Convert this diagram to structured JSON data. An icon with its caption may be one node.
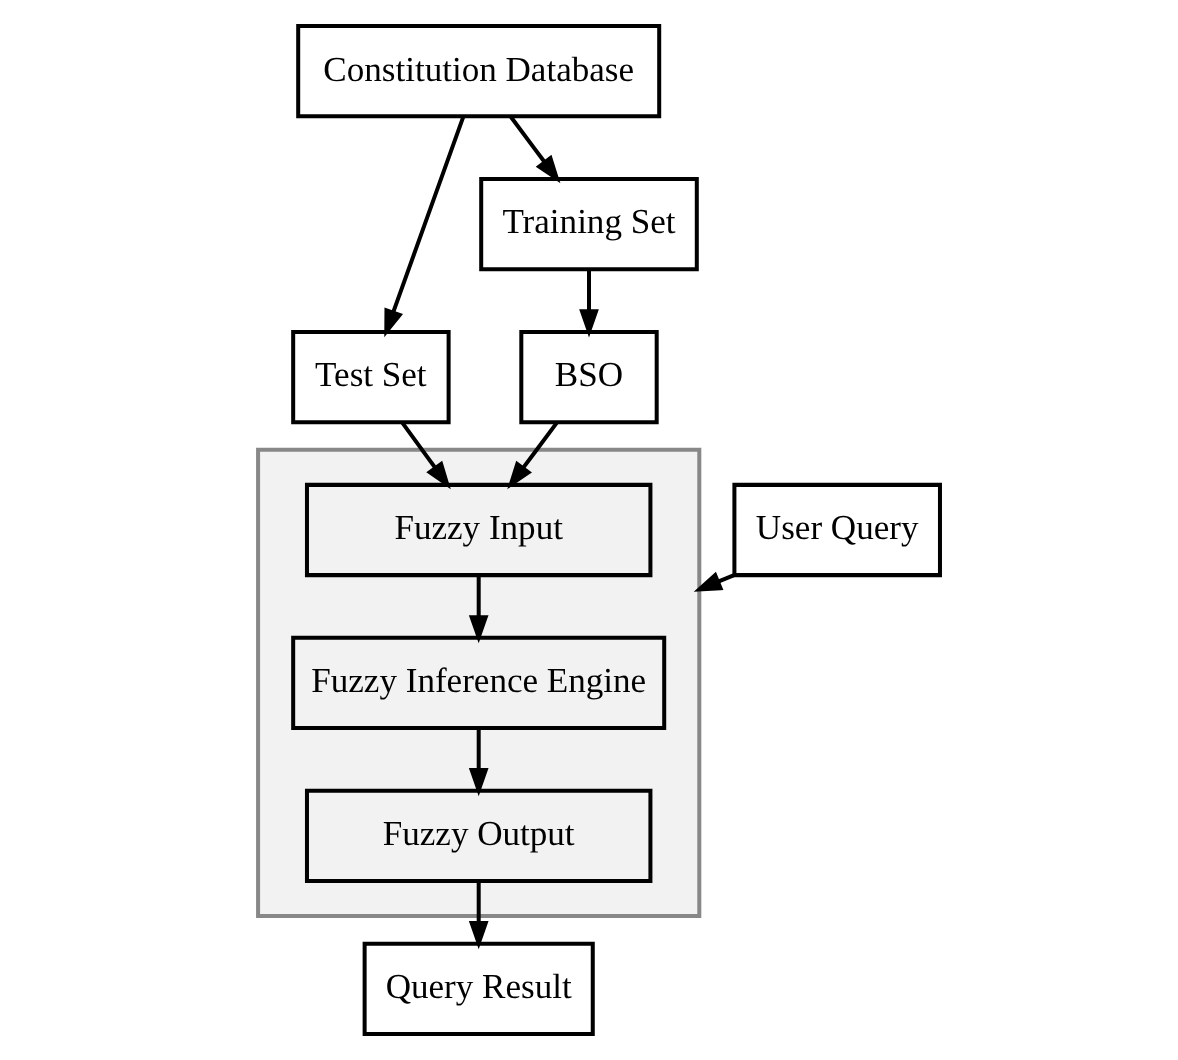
{
  "diagram": {
    "nodes": [
      {
        "text": [
          "Constitution Database"
        ]
      },
      {
        "text": [
          "Test Set"
        ]
      },
      {
        "text": [
          "Training Set"
        ]
      },
      {
        "text": [],
        "shape": "box"
      },
      {
        "text": [
          "Fuzzy Input"
        ],
        "in": 3
      },
      {
        "text": [
          "BSO"
        ]
      },
      {
        "text": [
          "User Query"
        ]
      },
      {
        "text": [
          "Fuzzy Inference Engine"
        ],
        "in": 3
      },
      {
        "text": [
          "Fuzzy Output"
        ],
        "in": 3
      },
      {
        "text": [
          "Query Result"
        ]
      }
    ],
    "edges": [
      {
        "from": 0,
        "to": 1,
        "arrow": "to"
      },
      {
        "from": 0,
        "to": 2,
        "arrow": "to"
      },
      {
        "from": 1,
        "to": 4,
        "arrow": "to"
      },
      {
        "from": 2,
        "to": 5,
        "arrow": "to"
      },
      {
        "from": 5,
        "to": 4,
        "arrow": "to"
      },
      {
        "from": 6,
        "to": 3,
        "arrow": "to"
      },
      {
        "from": 4,
        "to": 7,
        "arrow": "to"
      },
      {
        "from": 7,
        "to": 8,
        "arrow": "to"
      },
      {
        "from": 8,
        "to": 9,
        "arrow": "to"
      }
    ]
  }
}
